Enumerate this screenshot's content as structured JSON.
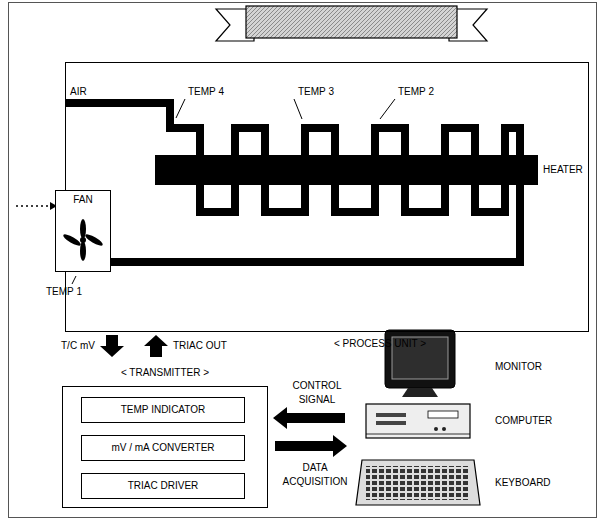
{
  "diagram": {
    "nodes": [
      {
        "text": [
          "< PROCESS UNIT >"
        ]
      },
      {
        "text": [
          "FAN"
        ],
        "in": 0
      },
      {
        "text": [
          "< TRANSMITTER >"
        ]
      },
      {
        "text": [
          "TEMP INDICATOR"
        ],
        "in": 2
      },
      {
        "text": [
          "mV / mA CONVERTER"
        ],
        "in": 2
      },
      {
        "text": [
          "TRIAC DRIVER"
        ],
        "in": 2
      }
    ],
    "edges": [
      {
        "from": 0,
        "to": 2,
        "label": "T/C mV",
        "arrow": "to"
      },
      {
        "from": 2,
        "to": 0,
        "label": "TRIAC OUT",
        "arrow": "to"
      }
    ],
    "labels": [
      "AIR",
      "TEMP 4",
      "TEMP 3",
      "TEMP 2",
      "HEATER",
      "TEMP 1",
      "CONTROL SIGNAL",
      "DATA ACQUISITION",
      "MONITOR",
      "COMPUTER",
      "KEYBOARD"
    ]
  }
}
